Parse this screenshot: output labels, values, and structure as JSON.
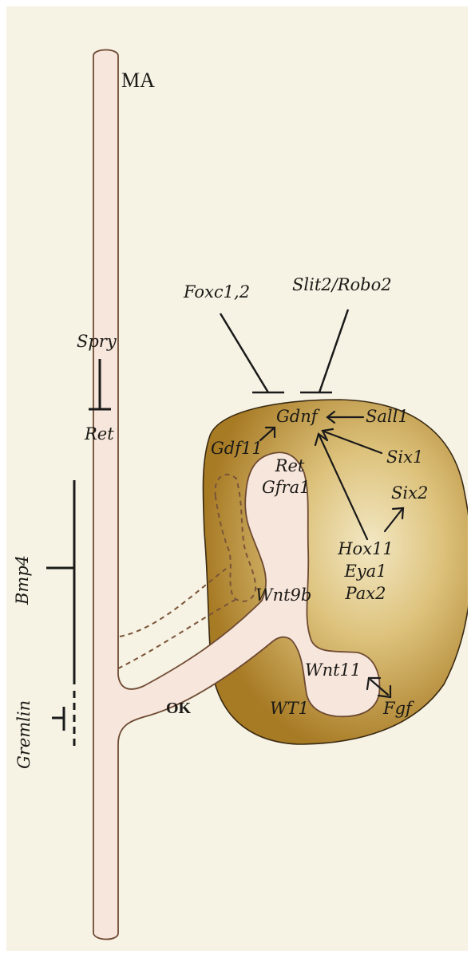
{
  "labels": {
    "ma": "MA",
    "ok": "OK",
    "spry": "Spry",
    "ret_duct": "Ret",
    "bmp4": "Bmp4",
    "gremlin": "Gremlin",
    "foxc": "Foxc1,2",
    "slit": "Slit2/Robo2",
    "gdnf": "Gdnf",
    "sall1": "Sall1",
    "gdf11": "Gdf11",
    "ret_bud": "Ret",
    "gfra1": "Gfra1",
    "six1": "Six1",
    "six2": "Six2",
    "hox11": "Hox11",
    "eya1": "Eya1",
    "pax2": "Pax2",
    "wnt9b": "Wnt9b",
    "wnt11": "Wnt11",
    "wt1": "WT1",
    "fgf": "Fgf"
  },
  "colors": {
    "background": "#f6f2e4",
    "duct_fill": "#f7e6dc",
    "duct_stroke": "#6e4a32",
    "mesenchyme_light": "#f0e3b9",
    "mesenchyme_dark": "#a77a24",
    "mesenchyme_stroke": "#3a2a12",
    "dashed_outline": "#7a5438",
    "text": "#1c1a16"
  }
}
